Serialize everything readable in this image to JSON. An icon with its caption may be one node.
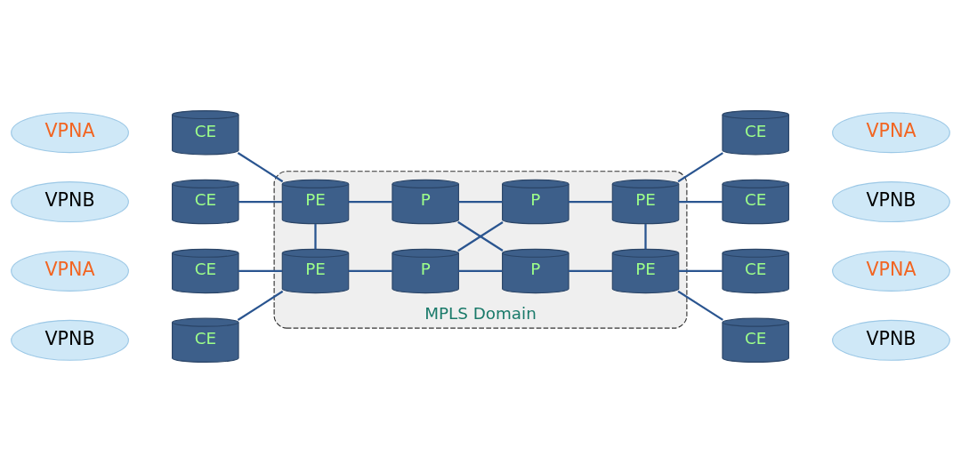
{
  "diagram": {
    "nodes": [
      {
        "text": [
          "MPLS Domain"
        ]
      },
      {
        "text": [
          "PE"
        ],
        "in": 0
      },
      {
        "text": [
          "P"
        ],
        "in": 0
      },
      {
        "text": [
          "P"
        ],
        "in": 0
      },
      {
        "text": [
          "PE"
        ],
        "in": 0
      },
      {
        "text": [
          "PE"
        ],
        "in": 0
      },
      {
        "text": [
          "P"
        ],
        "in": 0
      },
      {
        "text": [
          "P"
        ],
        "in": 0
      },
      {
        "text": [
          "PE"
        ],
        "in": 0
      },
      {
        "text": [
          "CE"
        ]
      },
      {
        "text": [
          "CE"
        ]
      },
      {
        "text": [
          "CE"
        ]
      },
      {
        "text": [
          "CE"
        ]
      },
      {
        "text": [
          "CE"
        ]
      },
      {
        "text": [
          "CE"
        ]
      },
      {
        "text": [
          "CE"
        ]
      },
      {
        "text": [
          "CE"
        ]
      },
      {
        "text": [
          "VPNA"
        ]
      },
      {
        "text": [
          "VPNB"
        ]
      },
      {
        "text": [
          "VPNA"
        ]
      },
      {
        "text": [
          "VPNB"
        ]
      },
      {
        "text": [
          "VPNA"
        ]
      },
      {
        "text": [
          "VPNB"
        ]
      },
      {
        "text": [
          "VPNA"
        ]
      },
      {
        "text": [
          "VPNB"
        ]
      }
    ],
    "edges": [
      {
        "from": 9,
        "to": 1,
        "arrow": "none"
      },
      {
        "from": 10,
        "to": 1,
        "arrow": "none"
      },
      {
        "from": 1,
        "to": 2,
        "arrow": "none"
      },
      {
        "from": 2,
        "to": 3,
        "arrow": "none"
      },
      {
        "from": 3,
        "to": 4,
        "arrow": "none"
      },
      {
        "from": 1,
        "to": 5,
        "arrow": "none"
      },
      {
        "from": 4,
        "to": 8,
        "arrow": "none"
      },
      {
        "from": 2,
        "to": 7,
        "arrow": "none"
      },
      {
        "from": 3,
        "to": 6,
        "arrow": "none"
      },
      {
        "from": 11,
        "to": 5,
        "arrow": "none"
      },
      {
        "from": 12,
        "to": 5,
        "arrow": "none"
      },
      {
        "from": 5,
        "to": 6,
        "arrow": "none"
      },
      {
        "from": 6,
        "to": 7,
        "arrow": "none"
      },
      {
        "from": 7,
        "to": 8,
        "arrow": "none"
      },
      {
        "from": 4,
        "to": 13,
        "arrow": "none"
      },
      {
        "from": 4,
        "to": 14,
        "arrow": "none"
      },
      {
        "from": 8,
        "to": 15,
        "arrow": "none"
      },
      {
        "from": 8,
        "to": 16,
        "arrow": "none"
      }
    ]
  }
}
